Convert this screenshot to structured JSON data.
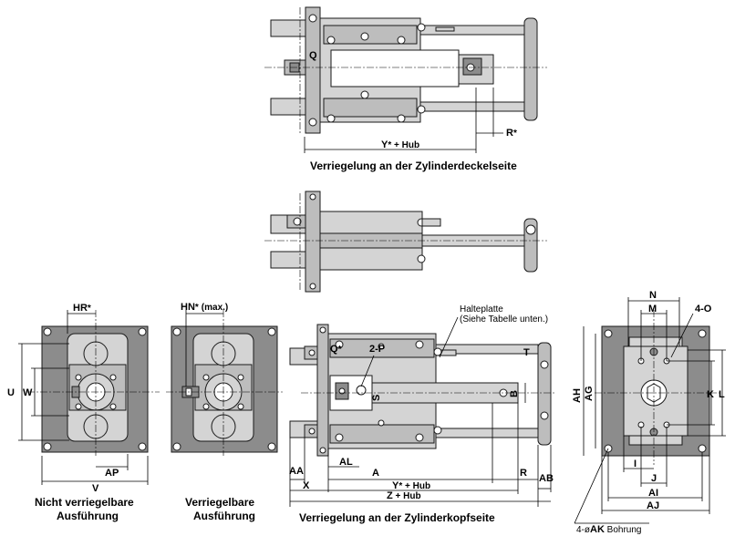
{
  "captions": {
    "top": "Verriegelung an der Zylinderdeckelseite",
    "bottom": "Verriegelung an der Zylinderkopfseite",
    "nonlock_line1": "Nicht verriegelbare",
    "nonlock_line2": "Ausführung",
    "lock_line1": "Verriegelbare",
    "lock_line2": "Ausführung"
  },
  "notes": {
    "halteplatte_line1": "Halteplatte",
    "halteplatte_line2": "(Siehe Tabelle unten.)",
    "bohrung_prefix": "4-ø",
    "bohrung_key": "AK",
    "bohrung_suffix": " Bohrung",
    "max": "(max.)"
  },
  "dims": {
    "Y": "Y",
    "star": "*",
    "hub": " + Hub",
    "Z": "Z",
    "R": "R",
    "Q": "Q",
    "S": "S",
    "P": "P",
    "two_p": "2-",
    "A": "A",
    "AA": "AA",
    "X": "X",
    "AL": "AL",
    "AB": "AB",
    "B": "B",
    "T": "T",
    "HR": "HR",
    "HN": "HN",
    "U": "U",
    "W": "W",
    "V": "V",
    "AP": "AP",
    "N": "N",
    "M": "M",
    "four_o": "4-O",
    "AH": "AH",
    "AG": "AG",
    "K": "K",
    "L": "L",
    "I": "I",
    "J": "J",
    "AI": "AI",
    "AJ": "AJ"
  }
}
